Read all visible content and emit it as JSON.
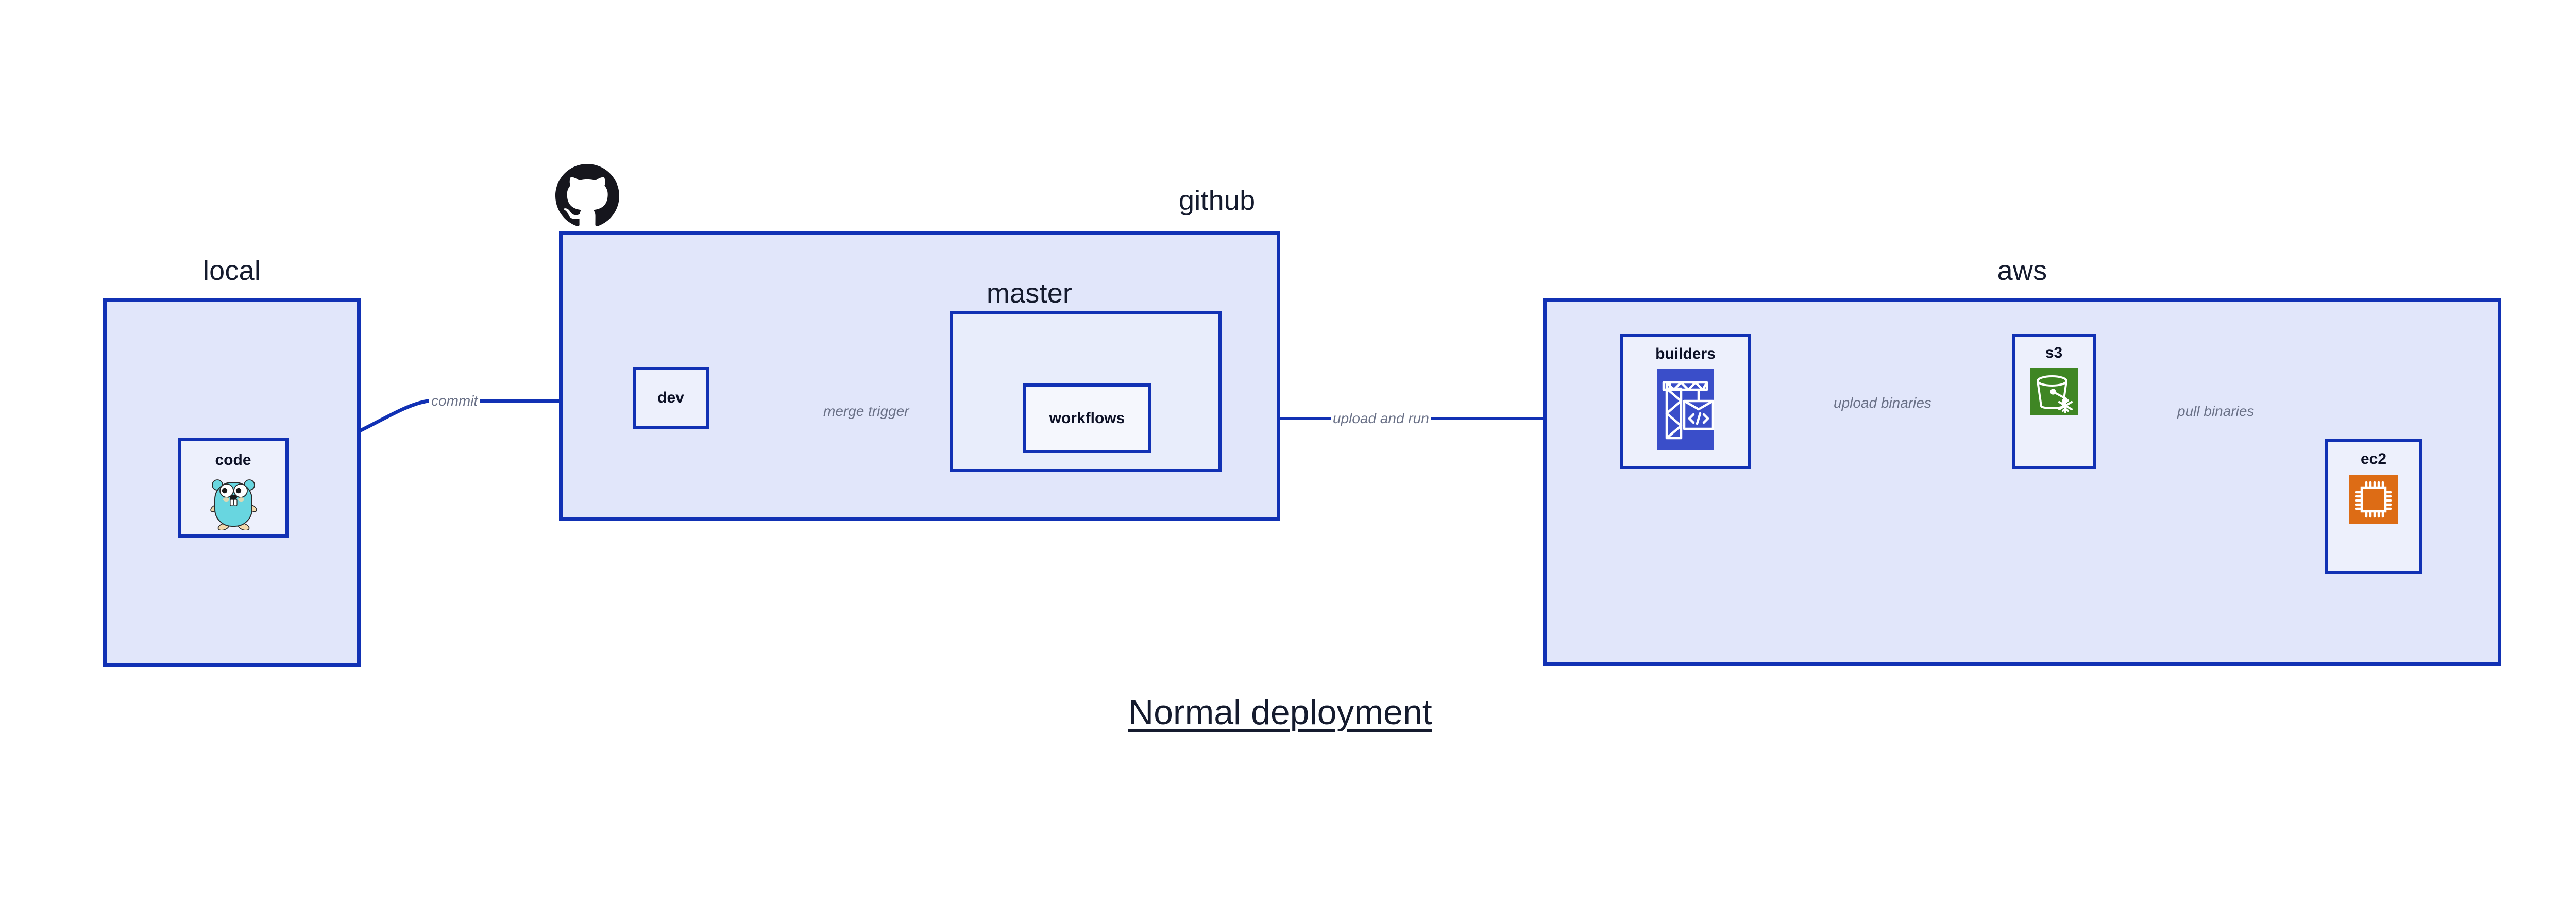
{
  "diagram": {
    "title": "Normal deployment",
    "colors": {
      "container_fill": "#e1e6fa",
      "subcontainer_fill": "#e8edfb",
      "node_fill": "#edf0fc",
      "border_blue": "#1131b4",
      "edge_blue": "#1131b4",
      "label_dark": "#151b2e",
      "edge_label_gray": "#6a7187",
      "builders_icon_bg": "#3a4ec9",
      "s3_icon_bg": "#3f8624",
      "ec2_icon_bg": "#dd6c15",
      "gopher_body": "#68d6e0",
      "github_logo": "#16161d"
    }
  },
  "containers": [
    {
      "id": "local",
      "label": "local"
    },
    {
      "id": "github",
      "label": "github"
    },
    {
      "id": "master",
      "label": "master"
    },
    {
      "id": "aws",
      "label": "aws"
    }
  ],
  "nodes": [
    {
      "id": "code",
      "label": "code",
      "icon": "go-gopher-icon",
      "parent": "local"
    },
    {
      "id": "dev",
      "label": "dev",
      "icon": null,
      "parent": "github"
    },
    {
      "id": "workflows",
      "label": "workflows",
      "icon": null,
      "parent": "master"
    },
    {
      "id": "builders",
      "label": "builders",
      "icon": "crane-code-icon",
      "parent": "aws"
    },
    {
      "id": "s3",
      "label": "s3",
      "icon": "s3-bucket-icon",
      "parent": "aws"
    },
    {
      "id": "ec2",
      "label": "ec2",
      "icon": "cpu-chip-icon",
      "parent": "aws"
    }
  ],
  "edges": [
    {
      "id": "commit",
      "label": "commit",
      "from": "code",
      "to": "dev"
    },
    {
      "id": "merge-trigger",
      "label": "merge trigger",
      "from": "dev",
      "to": "workflows"
    },
    {
      "id": "upload-and-run",
      "label": "upload and run",
      "from": "workflows",
      "to": "builders"
    },
    {
      "id": "upload-binaries",
      "label": "upload binaries",
      "from": "builders",
      "to": "s3"
    },
    {
      "id": "pull-binaries",
      "label": "pull binaries",
      "from": "s3",
      "to": "ec2"
    }
  ],
  "logos": [
    {
      "id": "github-logo",
      "name": "github-octocat-logo"
    }
  ]
}
